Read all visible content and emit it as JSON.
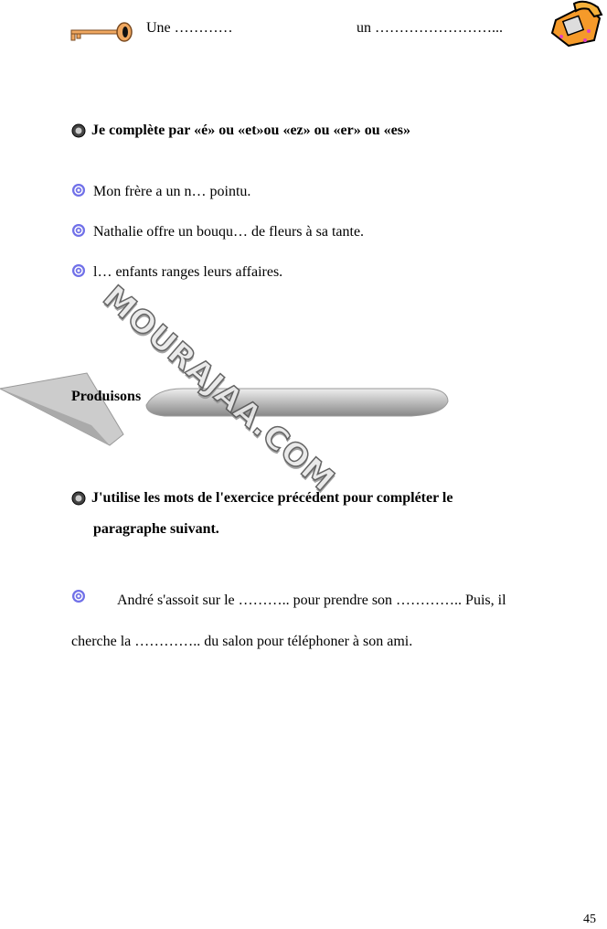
{
  "top": {
    "key_label": "Une …………",
    "phone_label": "un ……………………..."
  },
  "exercise1": {
    "title": "Je complète par  «é»  ou  «et»ou «ez» ou «er» ou «es»",
    "items": [
      "Mon frère a un n…  pointu.",
      "Nathalie offre un bouqu…  de fleurs à sa tante.",
      "l…  enfants ranges leurs affaires."
    ]
  },
  "watermark": "MOURAJAA.COM",
  "section": {
    "title": "Produisons"
  },
  "exercise2": {
    "title_line1": "J'utilise les mots de l'exercice précédent pour compléter  le",
    "title_line2": "paragraphe suivant.",
    "paragraph_line1": "André s'assoit sur le ……….. pour prendre son ………….. Puis, il",
    "paragraph_line2": "cherche la ………….. du salon pour téléphoner à son ami."
  },
  "page_number": "45"
}
